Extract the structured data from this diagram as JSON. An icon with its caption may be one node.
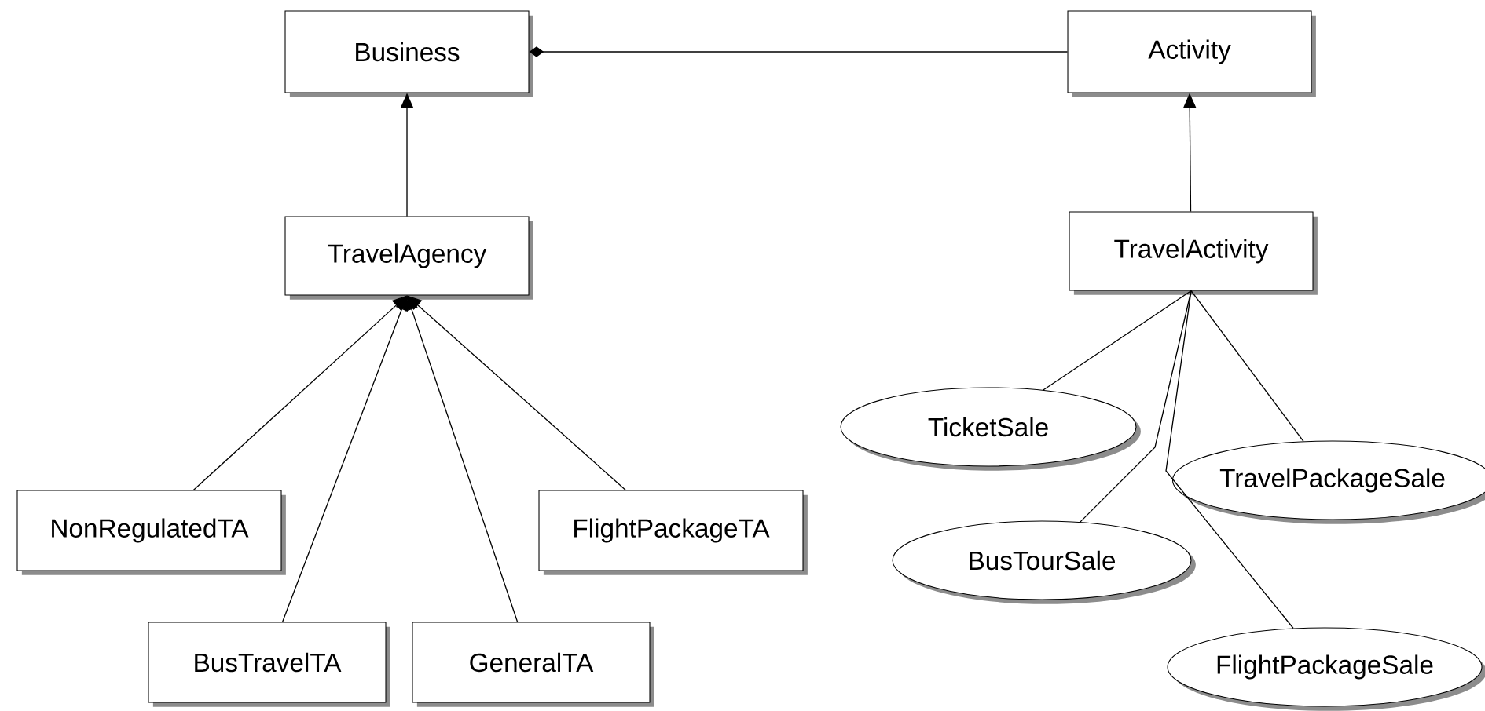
{
  "diagram": {
    "nodes": [
      {
        "text": [
          "Business"
        ]
      },
      {
        "text": [
          "Activity"
        ]
      },
      {
        "text": [
          "TravelAgency"
        ]
      },
      {
        "text": [
          "TravelActivity"
        ]
      },
      {
        "text": [
          "NonRegulatedTA"
        ]
      },
      {
        "text": [
          "FlightPackageTA"
        ]
      },
      {
        "text": [
          "BusTravelTA"
        ]
      },
      {
        "text": [
          "GeneralTA"
        ]
      },
      {
        "text": [
          "TicketSale"
        ]
      },
      {
        "text": [
          "TravelPackageSale"
        ]
      },
      {
        "text": [
          "BusTourSale"
        ]
      },
      {
        "text": [
          "FlightPackageSale"
        ]
      }
    ],
    "edges": [
      {
        "from": 0,
        "to": 1,
        "arrow": "other"
      },
      {
        "from": 2,
        "to": 0,
        "arrow": "to"
      },
      {
        "from": 3,
        "to": 1,
        "arrow": "to"
      },
      {
        "from": 4,
        "to": 2,
        "arrow": "to"
      },
      {
        "from": 6,
        "to": 2,
        "arrow": "to"
      },
      {
        "from": 7,
        "to": 2,
        "arrow": "to"
      },
      {
        "from": 5,
        "to": 2,
        "arrow": "to"
      },
      {
        "from": 3,
        "to": 8,
        "arrow": "none"
      },
      {
        "from": 3,
        "to": 10,
        "arrow": "none"
      },
      {
        "from": 3,
        "to": 9,
        "arrow": "none"
      },
      {
        "from": 3,
        "to": 11,
        "arrow": "none"
      }
    ]
  }
}
